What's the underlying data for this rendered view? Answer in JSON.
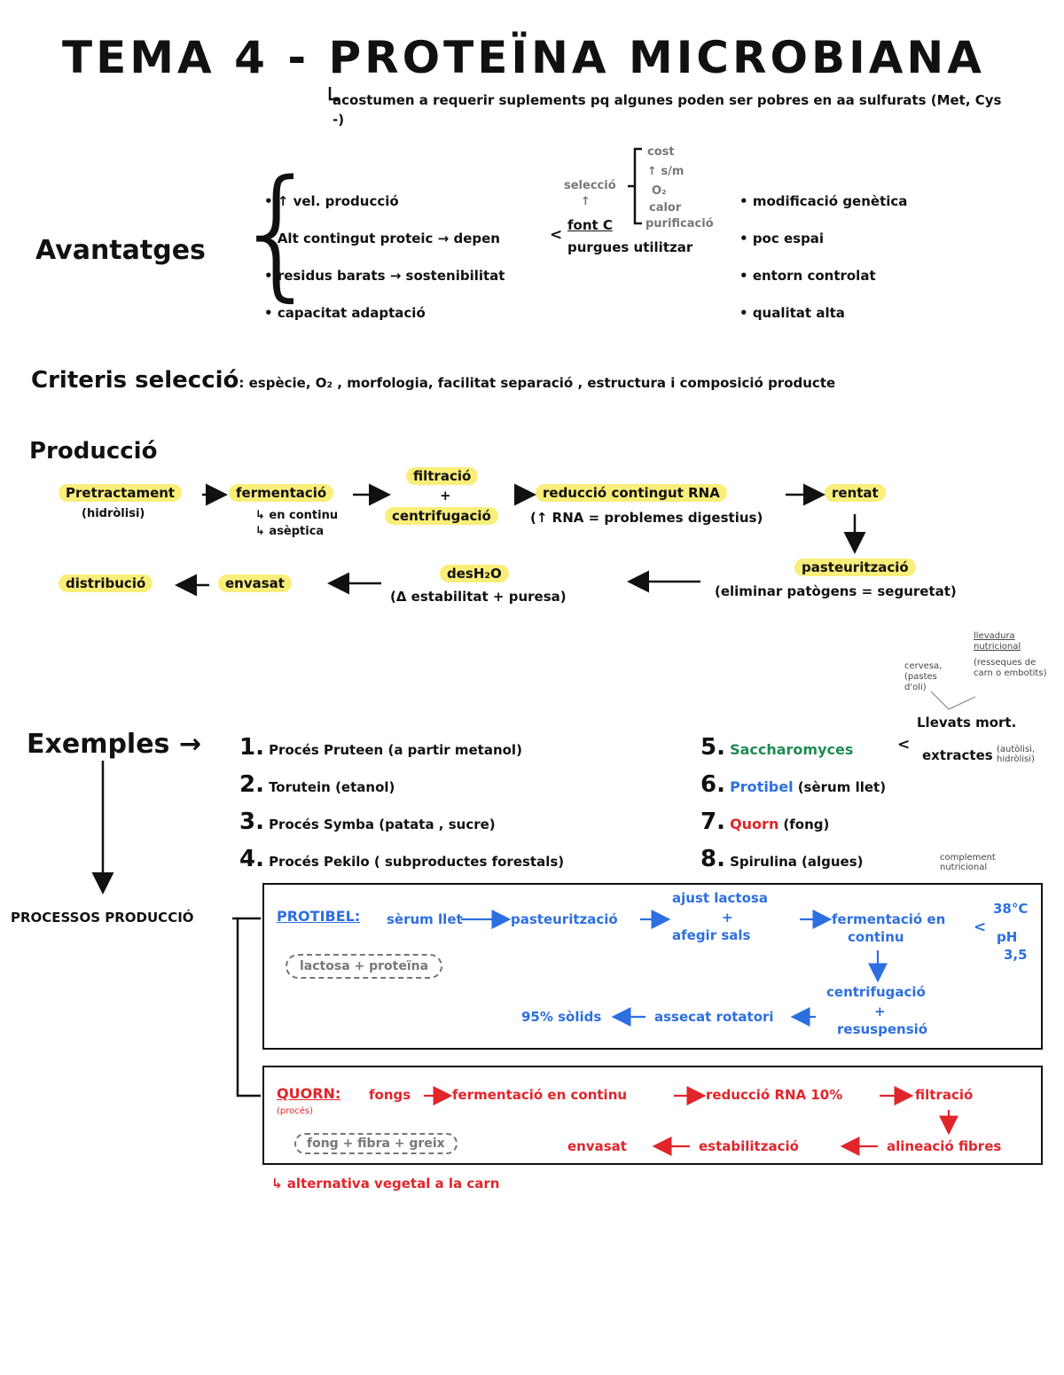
{
  "title": "TEMA 4 - PROTEÏNA MICROBIANA",
  "subnote": "acostumen a requerir suplements pq algunes poden ser pobres en aa sulfurats (Met, Cys -)",
  "avantatges": {
    "heading": "Avantatges",
    "left": [
      "↑ vel. producció",
      "Alt contingut proteic → depen",
      "residus barats → sostenibilitat",
      "capacitat adaptació"
    ],
    "selection_label": "selecció",
    "fontc": "font C",
    "purpose": "purgues utilitzar",
    "factors": [
      "cost",
      "↑ s/m",
      "O₂",
      "calor",
      "purificació"
    ],
    "right": [
      "modificació genètica",
      "poc espai",
      "entorn controlat",
      "qualitat alta"
    ]
  },
  "criteris": {
    "heading": "Criteris selecció",
    "text": ": espècie, O₂ , morfologia, facilitat separació , estructura i composició producte"
  },
  "produccio": {
    "heading": "Producció",
    "pretractament": "Pretractament",
    "hidrolisi": "(hidròlisi)",
    "fermentacio": "fermentació",
    "continu": "en continu",
    "asceptica": "asèptica",
    "filtracio": "filtració",
    "plus": "+",
    "centrifugacio": "centrifugació",
    "reduccio": "reducció contingut RNA",
    "reduccio_note": "(↑ RNA = problemes digestius)",
    "rentat": "rentat",
    "pasteuritzacio": "pasteurització",
    "pasteur_note": "(eliminar patògens = seguretat)",
    "dessecacio": "desH₂O",
    "dessecacio_note": "(Δ estabilitat + puresa)",
    "envasat": "envasat",
    "distribucio": "distribució"
  },
  "exemples": {
    "heading": "Exemples",
    "items": [
      {
        "n": "1.",
        "text": "Procés Pruteen (a partir metanol)"
      },
      {
        "n": "2.",
        "text": "Torutein (etanol)"
      },
      {
        "n": "3.",
        "text": "Procés Symba (patata , sucre)"
      },
      {
        "n": "4.",
        "text": "Procés Pekilo ( subproductes forestals)"
      }
    ],
    "items_right": [
      {
        "n": "5.",
        "text": "Saccharomyces"
      },
      {
        "n": "6.",
        "text": "Protibel",
        "extra": "(sèrum llet)"
      },
      {
        "n": "7.",
        "text": "Quorn",
        "extra": "(fong)"
      },
      {
        "n": "8.",
        "text": "Spirulina",
        "extra": "(algues)"
      }
    ],
    "llevats_mort": "Llevats mort.",
    "extractes": "extractes",
    "extractes_note": "(autòlisi, hidròlisi)",
    "cervesa_note": "cervesa, (pastes d'oli)",
    "llevadura_title": "llevadura nutricional",
    "llevadura_note": "(resseques de carn o embotits)",
    "spirulina_note": "complement nutricional"
  },
  "processos": {
    "heading": "PROCESSOS PRODUCCIÓ",
    "protibel": {
      "label": "PROTIBEL:",
      "serum": "sèrum llet",
      "pasteur": "pasteurització",
      "ajust": "ajust lactosa",
      "plus": "+",
      "afegir": "afegir sals",
      "ferment": "fermentació en",
      "continu": "continu",
      "temp": "38°C",
      "ph": "pH",
      "ph_val": "3,5",
      "centri": "centrifugació",
      "plus2": "+",
      "resusp": "resuspensió",
      "assec": "assecat rotatori",
      "solids": "95% sòlids",
      "cloud": "lactosa + proteïna"
    },
    "quorn": {
      "label": "QUORN:",
      "sublabel": "(procés)",
      "fongs": "fongs",
      "ferment": "fermentació en continu",
      "reduccio": "reducció RNA 10%",
      "filtracio": "filtració",
      "alineacio": "alineació fibres",
      "estabilitzacio": "estabilització",
      "envasat": "envasat",
      "cloud": "fong + fibra + greix",
      "note": "alternativa vegetal a la carn"
    }
  }
}
